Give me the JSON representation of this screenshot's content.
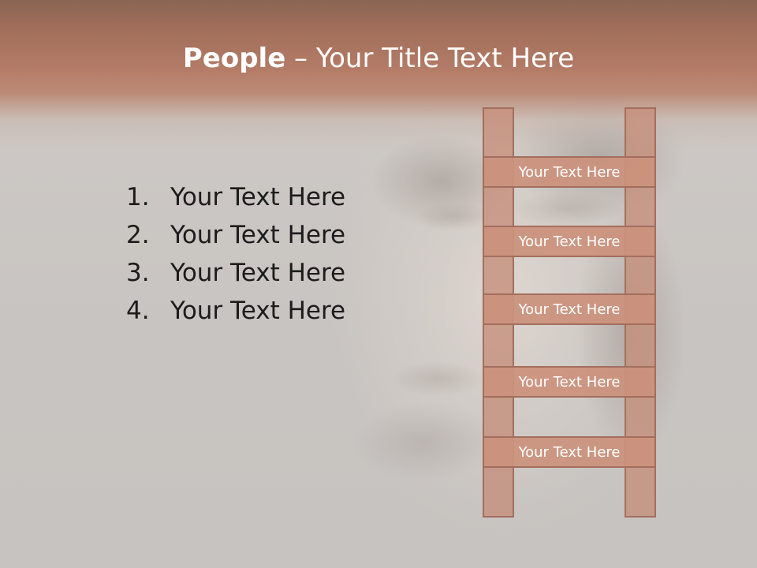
{
  "slide": {
    "title_bold": "People",
    "title_rest": " – Your Title Text Here",
    "list_items": [
      {
        "num": "1.",
        "text": "Your Text Here"
      },
      {
        "num": "2.",
        "text": "Your Text Here"
      },
      {
        "num": "3.",
        "text": "Your Text Here"
      },
      {
        "num": "4.",
        "text": "Your Text Here"
      }
    ],
    "ladder_rungs": [
      "Your Text Here",
      "Your Text Here",
      "Your Text Here",
      "Your Text Here",
      "Your Text Here"
    ]
  },
  "colors": {
    "header": "#b37b66",
    "ladder_fill": "#cb917c",
    "ladder_border": "#a46e5d",
    "background": "#c9c6c3",
    "list_text": "#1c1c1c"
  }
}
